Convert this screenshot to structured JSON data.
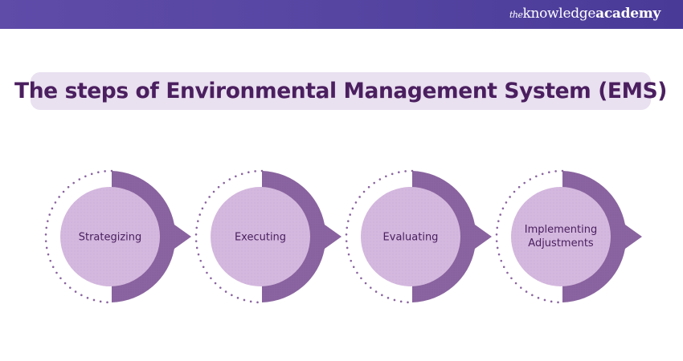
{
  "header": {
    "logo": {
      "prefix": "the",
      "word1": "knowledge",
      "word2": "academy"
    },
    "colors": {
      "gradient_start": "#5f4ba8",
      "gradient_end": "#4a3a98"
    }
  },
  "title": "The steps of Environmental Management System (EMS)",
  "colors": {
    "title_bg": "#e9e0f0",
    "title_text": "#4b1f5f",
    "half_disc": "#8a64a0",
    "inner_circle": "#d4b8de",
    "dots": "#8a64a0",
    "label_text": "#4a2060"
  },
  "steps": [
    {
      "label": "Strategizing"
    },
    {
      "label": "Executing"
    },
    {
      "label": "Evaluating"
    },
    {
      "label": "Implementing Adjustments"
    }
  ]
}
